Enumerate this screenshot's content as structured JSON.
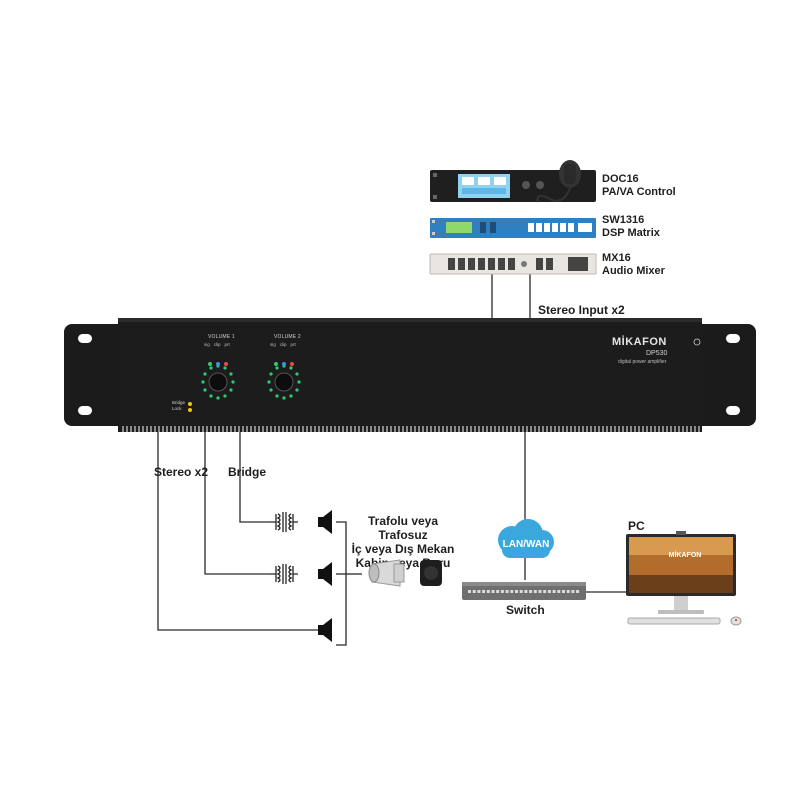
{
  "devices": {
    "doc16": {
      "name": "DOC16",
      "desc": "PA/VA Control"
    },
    "sw1316": {
      "name": "SW1316",
      "desc": "DSP Matrix"
    },
    "mx16": {
      "name": "MX16",
      "desc": "Audio Mixer"
    }
  },
  "amplifier": {
    "brand": "MİKAFON",
    "model": "DP530",
    "subtitle": "digital power amplifier",
    "volume1_label": "VOLUME 1",
    "volume2_label": "VOLUME 2",
    "indicator_labels": [
      "sig",
      "clip",
      "prt"
    ],
    "mode_labels": [
      "Bridge",
      "Lock"
    ]
  },
  "connections": {
    "stereo_input": "Stereo Input x2",
    "stereo_out": "Stereo x2",
    "bridge": "Bridge",
    "speaker_note_lines": [
      "Trafolu veya Trafosuz",
      "İç veya Dış Mekan",
      "Kabin veya Boru"
    ]
  },
  "network": {
    "cloud_label": "LAN/WAN",
    "switch_label": "Switch",
    "pc_label": "PC",
    "pc_screen_brand": "MİKAFON"
  },
  "colors": {
    "line": "#2a2a2a",
    "amp_body": "#1c1c1c",
    "dsp_blue": "#2f7fc1",
    "cloud": "#3aa8dc",
    "led_green": "#2ecc71",
    "led_yellow": "#f1c40f"
  }
}
